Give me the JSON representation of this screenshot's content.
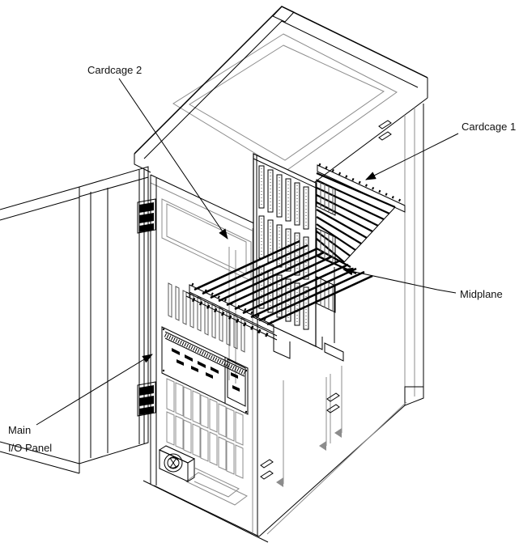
{
  "figure": {
    "colors": {
      "line": "#000000",
      "secondary": "#8c8c8c",
      "background": "#ffffff"
    },
    "labels": {
      "cardcage2": "Cardcage 2",
      "cardcage1": "Cardcage 1",
      "midplane": "Midplane",
      "main_io_line1": "Main",
      "main_io_line2": "I/O Panel"
    }
  }
}
